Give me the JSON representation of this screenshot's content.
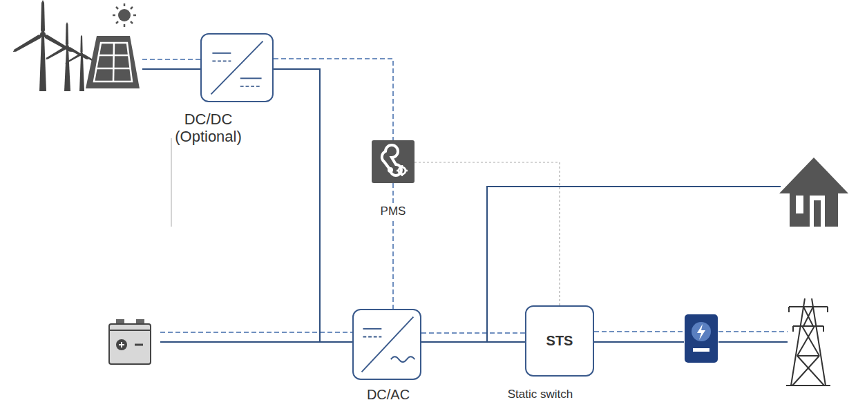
{
  "diagram": {
    "nodes": [
      {
        "text": [
          "DC/DC (Optional)"
        ]
      },
      {
        "text": [
          "PMS"
        ]
      },
      {
        "text": [
          "DC/AC"
        ]
      },
      {
        "text": [
          "STS",
          "Static switch"
        ]
      }
    ],
    "edges": [
      {
        "from": 0,
        "to": 2,
        "arrow": "none"
      },
      {
        "from": 0,
        "to": 1,
        "arrow": "none"
      },
      {
        "from": 1,
        "to": 2,
        "arrow": "none"
      },
      {
        "from": 1,
        "to": 3,
        "arrow": "none"
      },
      {
        "from": 2,
        "to": 3,
        "arrow": "none"
      }
    ]
  }
}
